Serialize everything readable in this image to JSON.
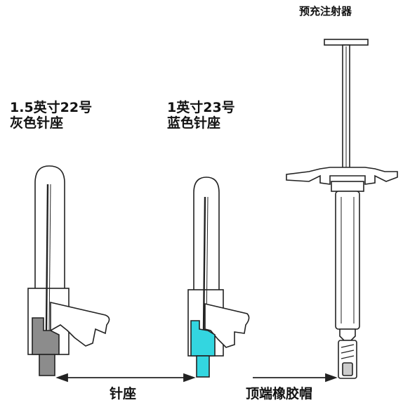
{
  "labels": {
    "syringe": "预充注射器",
    "grey_needle_line1": "1.5英寸22号",
    "grey_needle_line2": "灰色针座",
    "blue_needle_line1": "1英寸23号",
    "blue_needle_line2": "蓝色针座",
    "hub": "针座",
    "rubber_cap": "顶端橡胶帽"
  },
  "colors": {
    "grey_hub": "#8c8c8c",
    "blue_hub": "#33d6e0",
    "outline": "#222222"
  }
}
